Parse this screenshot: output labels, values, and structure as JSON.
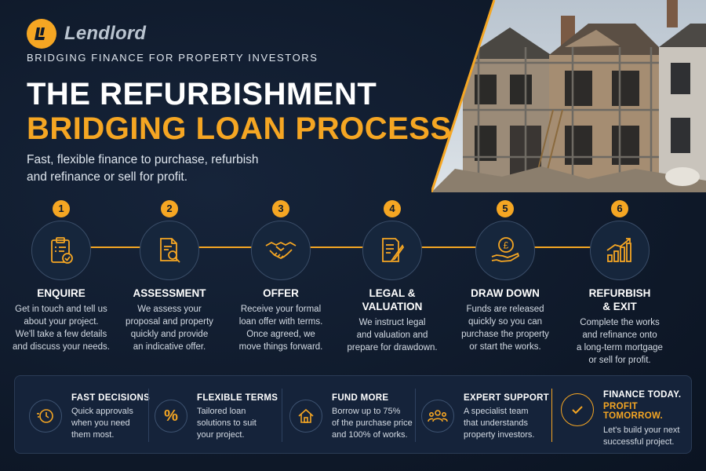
{
  "brand": {
    "name": "Lendlord",
    "tagline": "BRIDGING FINANCE FOR PROPERTY INVESTORS"
  },
  "hero": {
    "title_line1": "THE REFURBISHMENT",
    "title_line2": "BRIDGING LOAN PROCESS",
    "subtitle_line1": "Fast, flexible finance to purchase, refurbish",
    "subtitle_line2": "and refinance or sell for profit."
  },
  "steps": [
    {
      "number": "1",
      "title": "ENQUIRE",
      "icon": "clipboard-check-icon",
      "desc": [
        "Get in touch and tell us",
        "about your project.",
        "We'll take a few details",
        "and discuss your needs."
      ]
    },
    {
      "number": "2",
      "title": "ASSESSMENT",
      "icon": "document-search-icon",
      "desc": [
        "We assess your",
        "proposal and property",
        "quickly and provide",
        "an indicative offer."
      ]
    },
    {
      "number": "3",
      "title": "OFFER",
      "icon": "handshake-icon",
      "desc": [
        "Receive your formal",
        "loan offer with terms.",
        "Once agreed, we",
        "move things forward."
      ]
    },
    {
      "number": "4",
      "title_line1": "LEGAL &",
      "title_line2": "VALUATION",
      "icon": "document-pen-icon",
      "desc": [
        "We instruct legal",
        "and valuation and",
        "prepare for drawdown."
      ]
    },
    {
      "number": "5",
      "title": "DRAW DOWN",
      "icon": "pound-hand-icon",
      "desc": [
        "Funds are released",
        "quickly so you can",
        "purchase the property",
        "or start the works."
      ]
    },
    {
      "number": "6",
      "title_line1": "REFURBISH",
      "title_line2": "& EXIT",
      "icon": "growth-chart-icon",
      "desc": [
        "Complete the works",
        "and refinance onto",
        "a long-term mortgage",
        "or sell for profit."
      ]
    }
  ],
  "features": [
    {
      "title": "FAST DECISIONS",
      "icon": "clock-icon",
      "desc": [
        "Quick approvals",
        "when you need",
        "them most."
      ]
    },
    {
      "title": "FLEXIBLE TERMS",
      "icon": "percent-icon",
      "desc": [
        "Tailored loan",
        "solutions to suit",
        "your project."
      ]
    },
    {
      "title": "FUND MORE",
      "icon": "house-icon",
      "desc": [
        "Borrow up to 75%",
        "of the purchase price",
        "and 100% of works."
      ]
    },
    {
      "title": "EXPERT SUPPORT",
      "icon": "team-icon",
      "desc": [
        "A specialist team",
        "that understands",
        "property investors."
      ]
    }
  ],
  "cta": {
    "title_line1": "FINANCE TODAY.",
    "title_line2": "PROFIT TOMORROW.",
    "desc": [
      "Let's build your next",
      "successful project."
    ],
    "icon": "check-circle-icon"
  },
  "colors": {
    "accent": "#f5a623",
    "background": "#0f1a2b",
    "panel": "#15233a"
  }
}
